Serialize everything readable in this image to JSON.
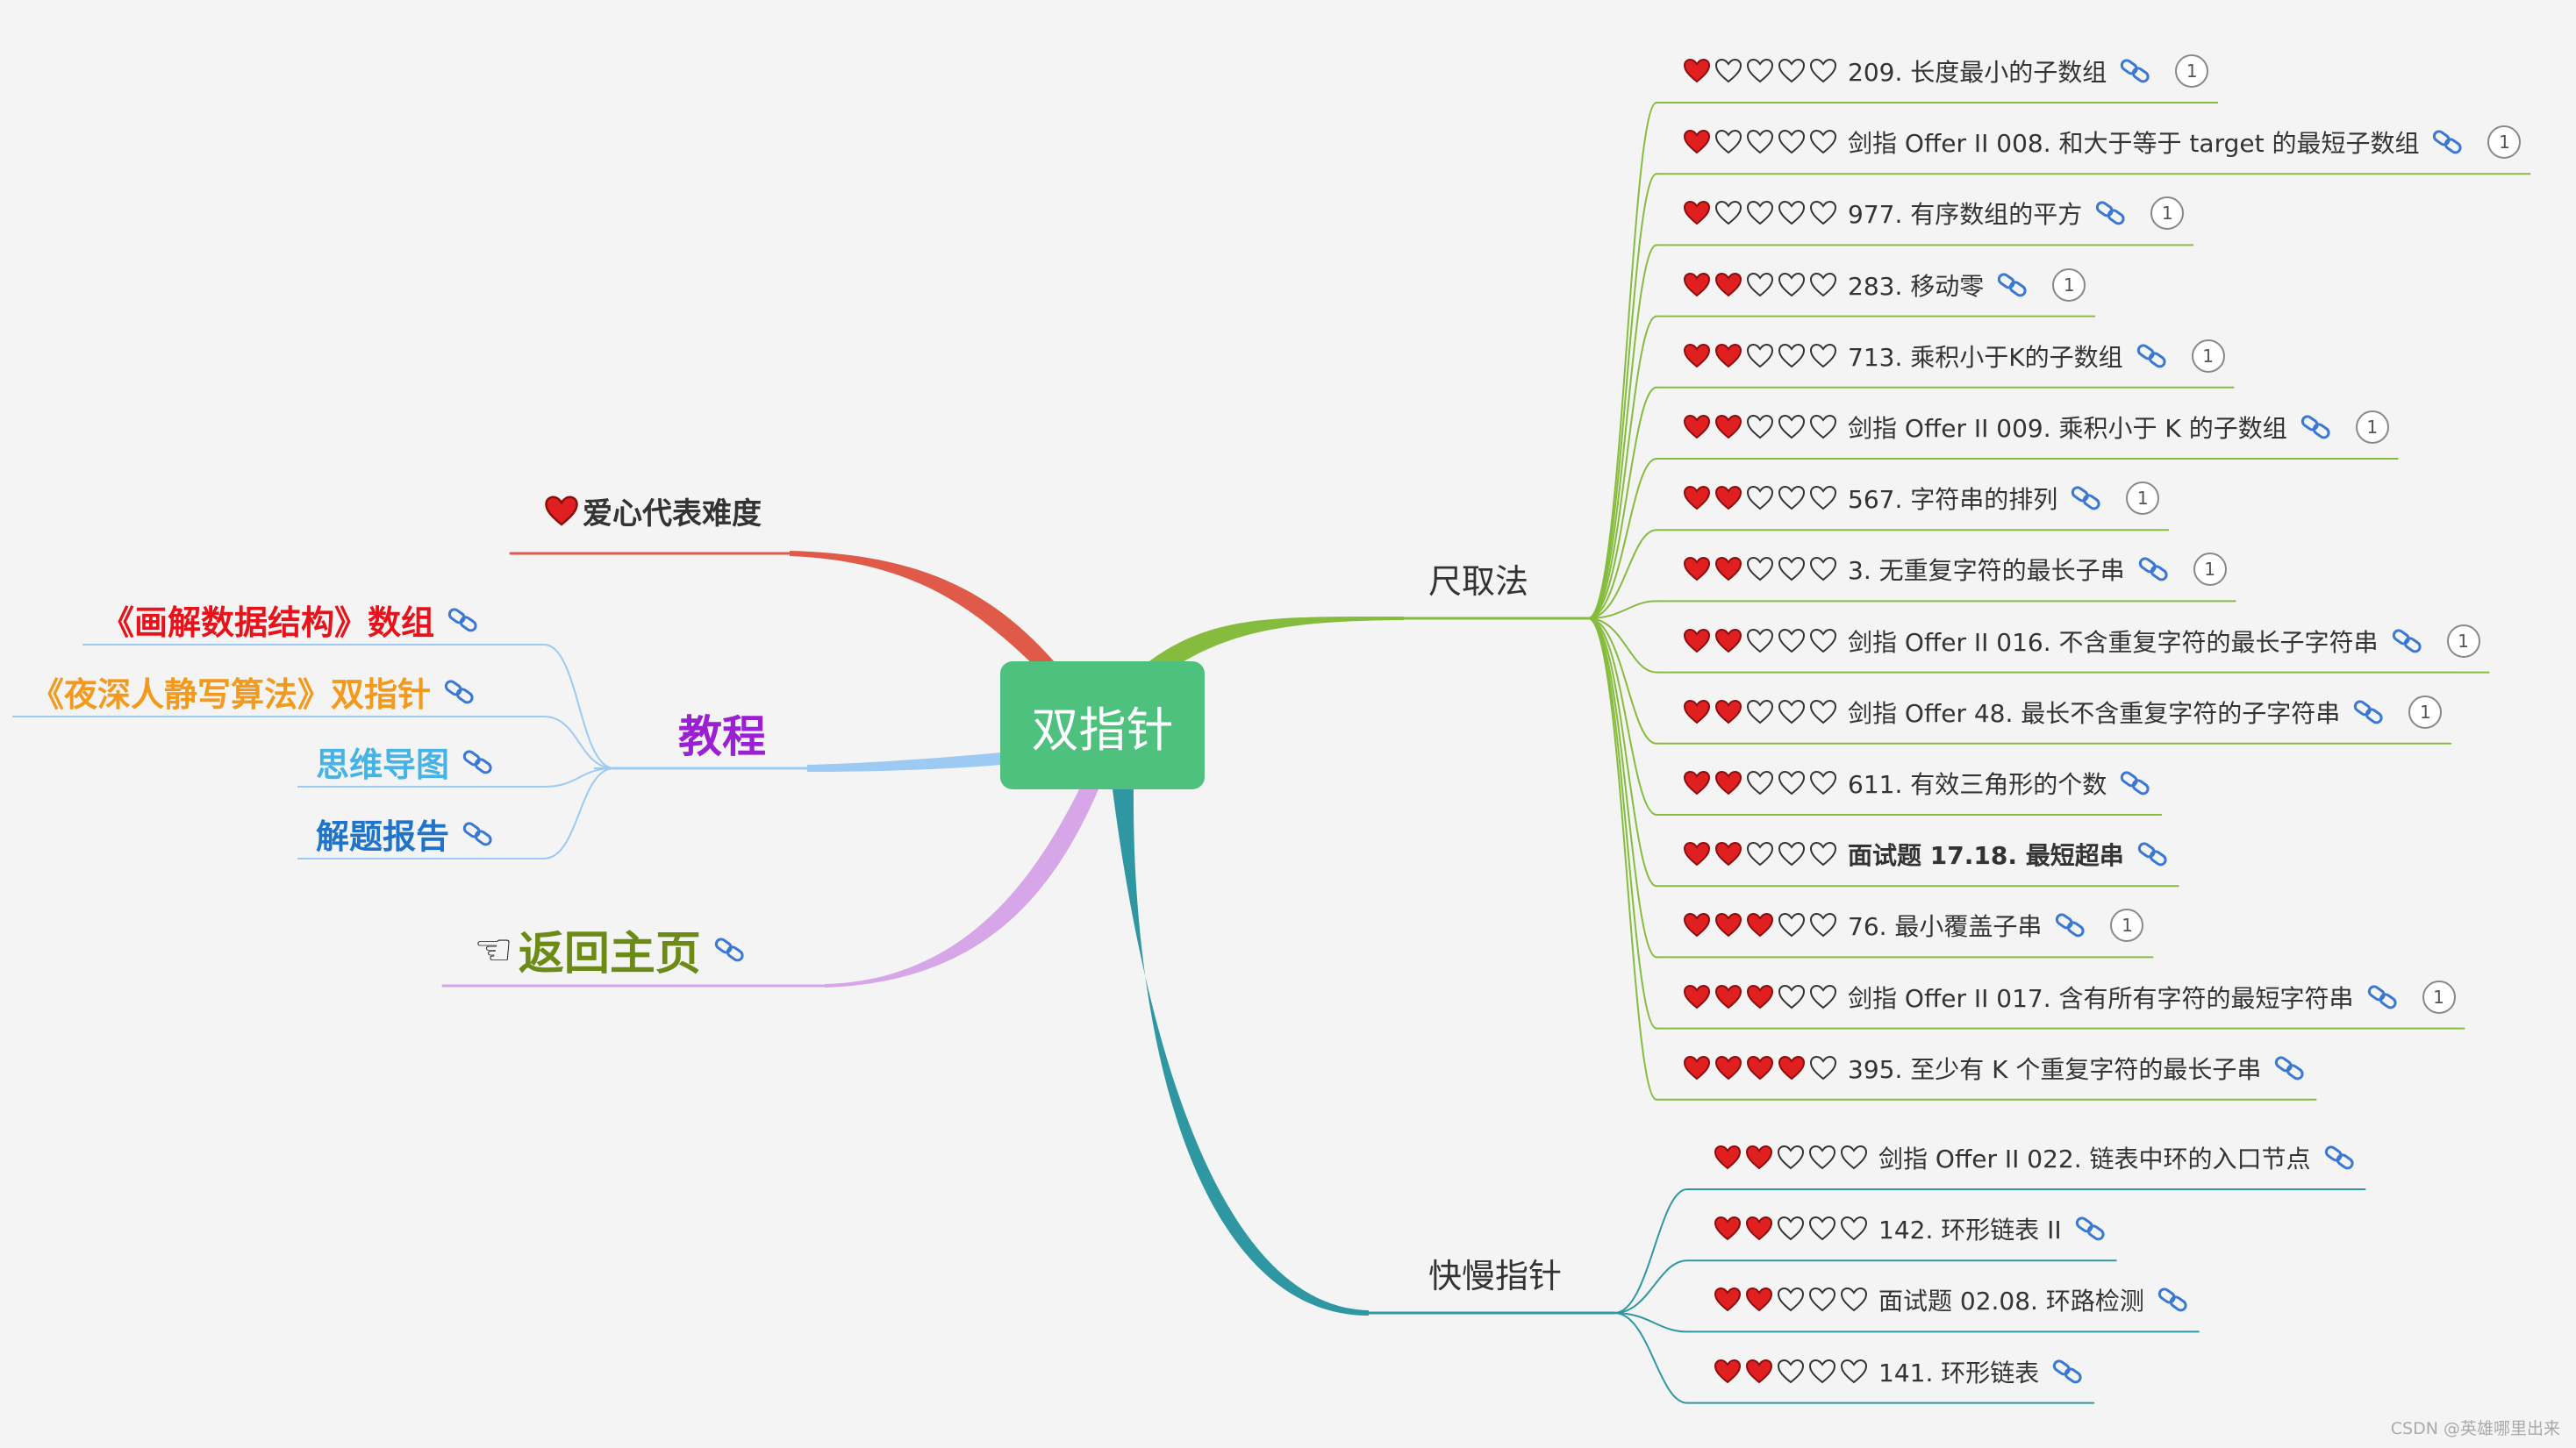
{
  "colors": {
    "root_bg": "#4fc17f",
    "red_branch": "#e05a4a",
    "green_branch": "#86bc3e",
    "teal_branch": "#2f97a1",
    "blue_branch": "#9ccaf3",
    "purple_branch": "#d6a6e8",
    "heart_red": "#e02020",
    "link_blue": "#3a78d4"
  },
  "root": {
    "label": "双指针"
  },
  "legend": {
    "label": "爱心代表难度",
    "icon": "heart-icon"
  },
  "tutorial": {
    "label": "教程",
    "items": [
      {
        "label": "《画解数据结构》数组",
        "color": "#e8131a",
        "icon": "link-icon"
      },
      {
        "label": "《夜深人静写算法》双指针",
        "color": "#f39a1c",
        "icon": "link-icon"
      },
      {
        "label": "思维导图",
        "color": "#46b3e6",
        "icon": "link-icon"
      },
      {
        "label": "解题报告",
        "color": "#1f73c8",
        "icon": "link-icon"
      }
    ]
  },
  "home": {
    "label": "返回主页",
    "icon": "pointing-hand-icon"
  },
  "sliding": {
    "label": "尺取法",
    "items": [
      {
        "hearts": 1,
        "label": "209. 长度最小的子数组",
        "badge": "1"
      },
      {
        "hearts": 1,
        "label": "剑指 Offer II 008. 和大于等于 target 的最短子数组",
        "badge": "1"
      },
      {
        "hearts": 1,
        "label": "977. 有序数组的平方",
        "badge": "1"
      },
      {
        "hearts": 2,
        "label": "283. 移动零",
        "badge": "1"
      },
      {
        "hearts": 2,
        "label": "713. 乘积小于K的子数组",
        "badge": "1"
      },
      {
        "hearts": 2,
        "label": "剑指 Offer II 009. 乘积小于 K 的子数组",
        "badge": "1"
      },
      {
        "hearts": 2,
        "label": "567. 字符串的排列",
        "badge": "1"
      },
      {
        "hearts": 2,
        "label": "3. 无重复字符的最长子串",
        "badge": "1"
      },
      {
        "hearts": 2,
        "label": "剑指 Offer II 016. 不含重复字符的最长子字符串",
        "badge": "1"
      },
      {
        "hearts": 2,
        "label": "剑指 Offer 48. 最长不含重复字符的子字符串",
        "badge": "1"
      },
      {
        "hearts": 2,
        "label": "611. 有效三角形的个数",
        "badge": ""
      },
      {
        "hearts": 2,
        "label": "面试题 17.18. 最短超串",
        "badge": "",
        "bold": true
      },
      {
        "hearts": 3,
        "label": "76. 最小覆盖子串",
        "badge": "1"
      },
      {
        "hearts": 3,
        "label": "剑指 Offer II 017. 含有所有字符的最短字符串",
        "badge": "1"
      },
      {
        "hearts": 4,
        "label": "395. 至少有 K 个重复字符的最长子串",
        "badge": ""
      }
    ]
  },
  "fastslow": {
    "label": "快慢指针",
    "items": [
      {
        "hearts": 2,
        "label": "剑指 Offer II 022. 链表中环的入口节点",
        "badge": ""
      },
      {
        "hearts": 2,
        "label": "142. 环形链表 II",
        "badge": ""
      },
      {
        "hearts": 2,
        "label": "面试题 02.08. 环路检测",
        "badge": ""
      },
      {
        "hearts": 2,
        "label": "141. 环形链表",
        "badge": ""
      }
    ]
  },
  "credit": "CSDN @英雄哪里出来"
}
